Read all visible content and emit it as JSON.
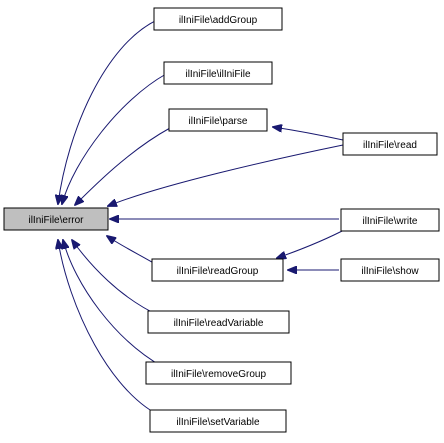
{
  "diagram": {
    "type": "call-graph",
    "edge_color": "#191970",
    "root_fill": "#bfbfbf",
    "node_fill": "#ffffff",
    "nodes": [
      {
        "id": "error",
        "label": "ilIniFile\\error",
        "root": true
      },
      {
        "id": "addGroup",
        "label": "ilIniFile\\addGroup"
      },
      {
        "id": "ilIniFile",
        "label": "ilIniFile\\ilIniFile"
      },
      {
        "id": "parse",
        "label": "ilIniFile\\parse"
      },
      {
        "id": "readGroup",
        "label": "ilIniFile\\readGroup"
      },
      {
        "id": "readVariable",
        "label": "ilIniFile\\readVariable"
      },
      {
        "id": "removeGroup",
        "label": "ilIniFile\\removeGroup"
      },
      {
        "id": "setVariable",
        "label": "ilIniFile\\setVariable"
      },
      {
        "id": "read",
        "label": "ilIniFile\\read"
      },
      {
        "id": "write",
        "label": "ilIniFile\\write"
      },
      {
        "id": "show",
        "label": "ilIniFile\\show"
      }
    ],
    "edges": [
      {
        "from": "addGroup",
        "to": "error"
      },
      {
        "from": "ilIniFile",
        "to": "error"
      },
      {
        "from": "parse",
        "to": "error"
      },
      {
        "from": "read",
        "to": "error"
      },
      {
        "from": "write",
        "to": "error"
      },
      {
        "from": "readGroup",
        "to": "error"
      },
      {
        "from": "readVariable",
        "to": "error"
      },
      {
        "from": "removeGroup",
        "to": "error"
      },
      {
        "from": "setVariable",
        "to": "error"
      },
      {
        "from": "read",
        "to": "parse"
      },
      {
        "from": "write",
        "to": "readGroup"
      },
      {
        "from": "show",
        "to": "readGroup"
      }
    ]
  }
}
